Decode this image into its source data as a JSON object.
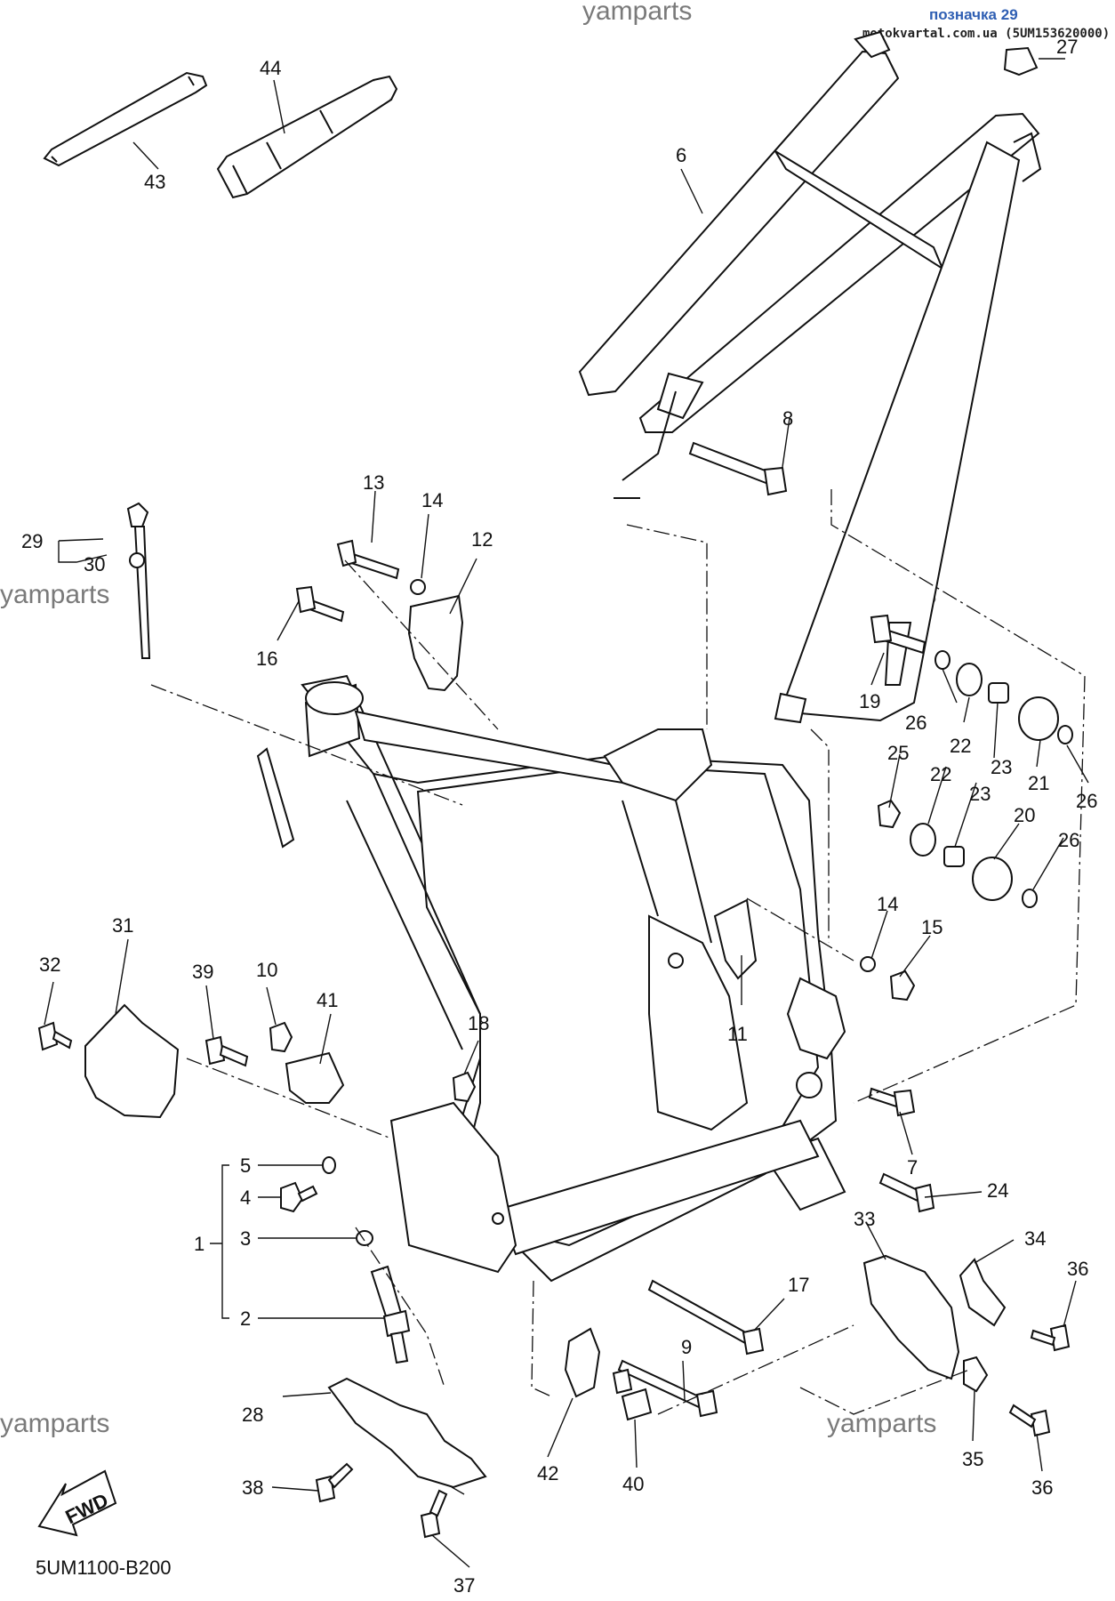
{
  "header": {
    "watermark_text": "yamparts",
    "tag_label": "позначка 29",
    "source_text": "motokvartal.com.ua (5UM153620000)"
  },
  "diagram": {
    "code": "5UM1100-B200",
    "fwd_label": "FWD",
    "callouts": {
      "c1": "1",
      "c2": "2",
      "c3": "3",
      "c4": "4",
      "c5": "5",
      "c6": "6",
      "c7": "7",
      "c8": "8",
      "c9": "9",
      "c10": "10",
      "c11": "11",
      "c12": "12",
      "c13": "13",
      "c14a": "14",
      "c14b": "14",
      "c15": "15",
      "c16": "16",
      "c17": "17",
      "c18": "18",
      "c19": "19",
      "c20": "20",
      "c21": "21",
      "c22a": "22",
      "c22b": "22",
      "c23a": "23",
      "c23b": "23",
      "c24": "24",
      "c25": "25",
      "c26a": "26",
      "c26b": "26",
      "c26c": "26",
      "c27": "27",
      "c28": "28",
      "c29": "29",
      "c30": "30",
      "c31": "31",
      "c32": "32",
      "c33": "33",
      "c34": "34",
      "c35": "35",
      "c36a": "36",
      "c36b": "36",
      "c37": "37",
      "c38": "38",
      "c39": "39",
      "c40": "40",
      "c41": "41",
      "c42": "42",
      "c43": "43",
      "c44": "44"
    }
  }
}
